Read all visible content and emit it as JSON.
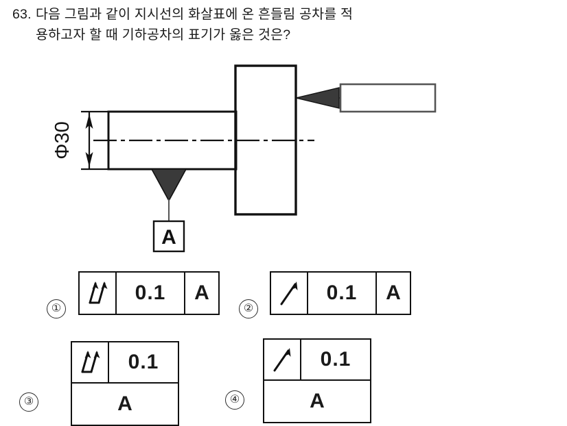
{
  "question": {
    "number": "63.",
    "line1": "다음 그림과 같이 지시선의 화살표에 온 흔들림 공차를 적",
    "line2": "용하고자 할 때 기하공차의 표기가 옳은 것은?"
  },
  "drawing": {
    "dimension_label": "Φ30",
    "datum_label": "A",
    "callout_box_text": "",
    "colors": {
      "line": "#111111",
      "fill_dark": "#3a3a3a",
      "center_line": "#111111"
    }
  },
  "options": [
    {
      "marker": "①",
      "layout": "inline",
      "symbol": "total-runout-symbol",
      "tolerance": "0.1",
      "datum": "A"
    },
    {
      "marker": "②",
      "layout": "inline",
      "symbol": "circular-runout-symbol",
      "tolerance": "0.1",
      "datum": "A"
    },
    {
      "marker": "③",
      "layout": "stacked",
      "symbol": "total-runout-symbol",
      "tolerance": "0.1",
      "datum": "A"
    },
    {
      "marker": "④",
      "layout": "stacked",
      "symbol": "circular-runout-symbol",
      "tolerance": "0.1",
      "datum": "A"
    }
  ]
}
